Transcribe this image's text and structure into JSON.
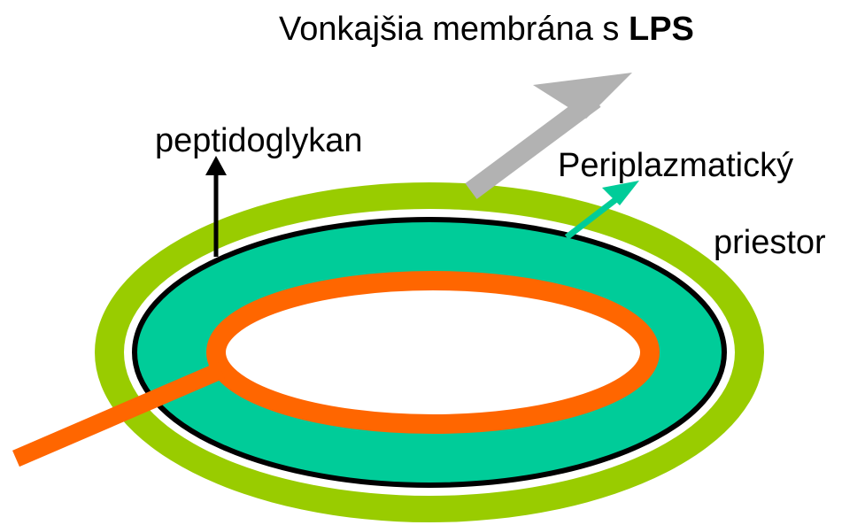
{
  "labels": {
    "outer_membrane_text": "Vonkajšia membrána s ",
    "outer_membrane_bold": "LPS",
    "peptidoglycan": "peptidoglykan",
    "periplasm_line1": "Periplazmatický",
    "periplasm_line2": "priestor"
  },
  "colors": {
    "outer_membrane": "#99cc00",
    "periplasm": "#00cc99",
    "peptidoglycan_line": "#000000",
    "inner_membrane": "#ff6600",
    "gap": "#ffffff",
    "outer_arrow": "#b2b2b2",
    "peri_arrow": "#00cc99",
    "pepti_arrow": "#000000"
  }
}
